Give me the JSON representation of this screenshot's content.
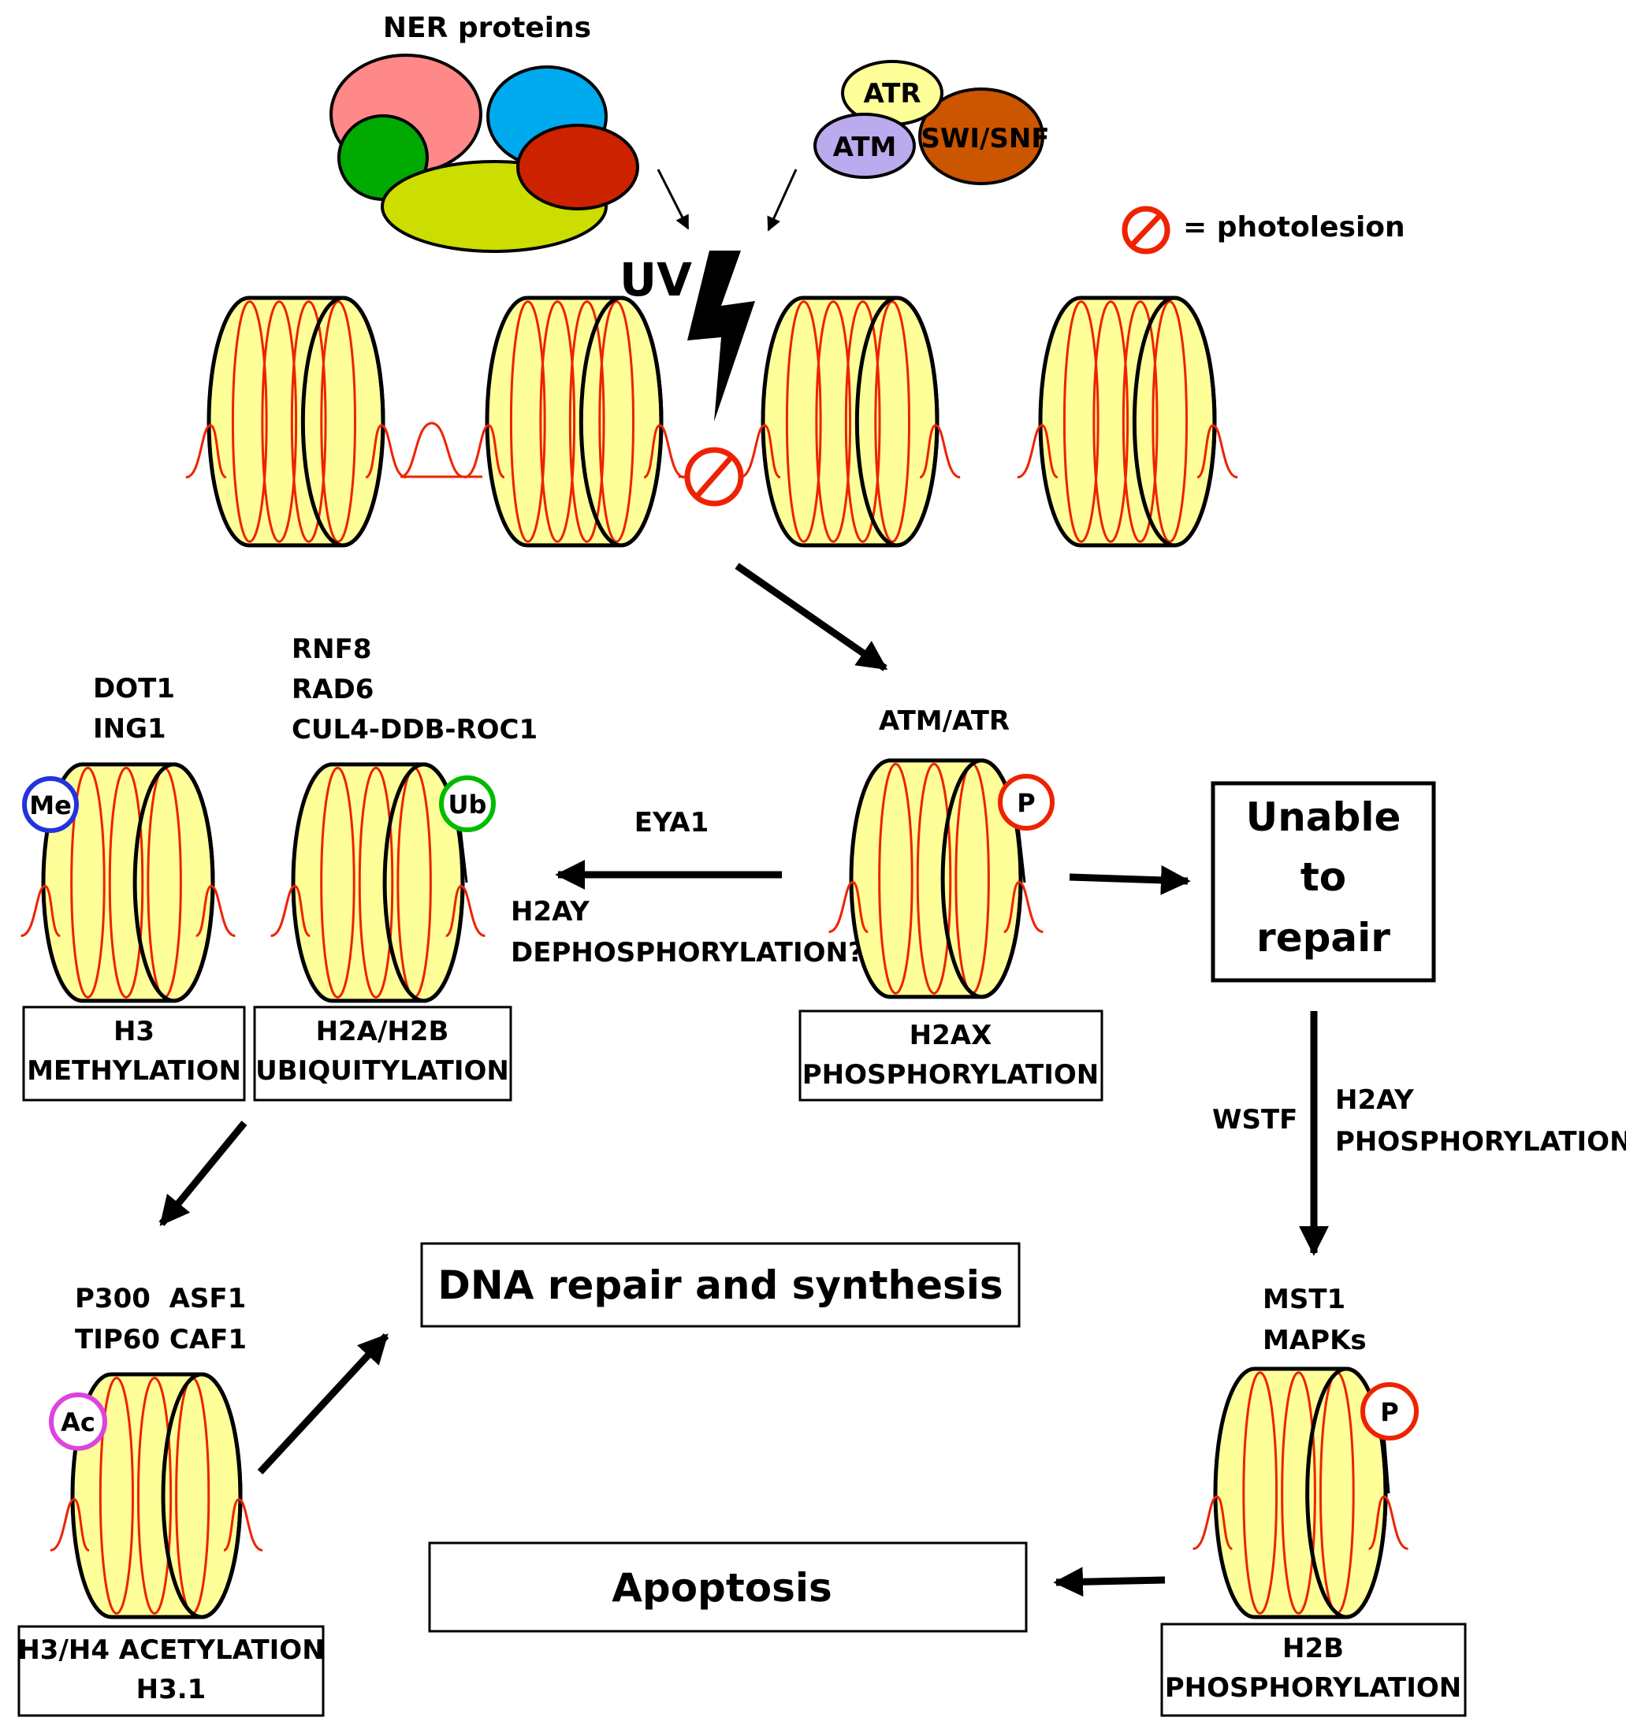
{
  "colors": {
    "nucleosome_fill": "#ffff99",
    "dna_red": "#ee2200",
    "ner_pink": "#ff8888",
    "ner_blue": "#00aaee",
    "ner_green": "#00aa00",
    "ner_red": "#cc2200",
    "ner_yellow": "#ccdd00",
    "atr_fill": "#ffff99",
    "atm_fill": "#bbaaee",
    "swisnf_fill": "#cc5500",
    "me_ring": "#2233dd",
    "ub_ring": "#00bb00",
    "p_ring": "#ee2200",
    "ac_ring": "#dd44dd"
  },
  "top": {
    "ner_title": "NER proteins",
    "atr": "ATR",
    "atm": "ATM",
    "swisnf": "SWI/SNF",
    "uv": "UV",
    "legend_text": "= photolesion"
  },
  "modules": {
    "h3": {
      "enzyme_lines": [
        "DOT1",
        "ING1"
      ],
      "mark": "Me",
      "box_lines": [
        "H3",
        "METHYLATION"
      ]
    },
    "h2a": {
      "enzyme_lines": [
        "RNF8",
        "RAD6",
        "CUL4-DDB-ROC1"
      ],
      "mark": "Ub",
      "box_lines": [
        "H2A/H2B",
        "UBIQUITYLATION"
      ]
    },
    "h2ax": {
      "enzyme_lines": [
        "ATM/ATR"
      ],
      "mark": "P",
      "box_lines": [
        "H2AX",
        "PHOSPHORYLATION"
      ]
    },
    "acetyl": {
      "enzyme_lines": [
        "P300  ASF1",
        "TIP60 CAF1"
      ],
      "mark": "Ac",
      "box_lines": [
        "H3/H4 ACETYLATION",
        "H3.1"
      ]
    },
    "h2b": {
      "enzyme_lines": [
        "MST1",
        "MAPKs"
      ],
      "mark": "P",
      "box_lines": [
        "H2B",
        "PHOSPHORYLATION"
      ]
    }
  },
  "arrows": {
    "eya1": "EYA1",
    "dephos_lines": [
      "H2AY",
      "DEPHOSPHORYLATION?"
    ],
    "wstf": "WSTF",
    "phos_lines": [
      "H2AY",
      "PHOSPHORYLATION?"
    ]
  },
  "boxes": {
    "unable_lines": [
      "Unable",
      "to",
      "repair"
    ],
    "dna_repair": "DNA repair and synthesis",
    "apoptosis": "Apoptosis"
  }
}
